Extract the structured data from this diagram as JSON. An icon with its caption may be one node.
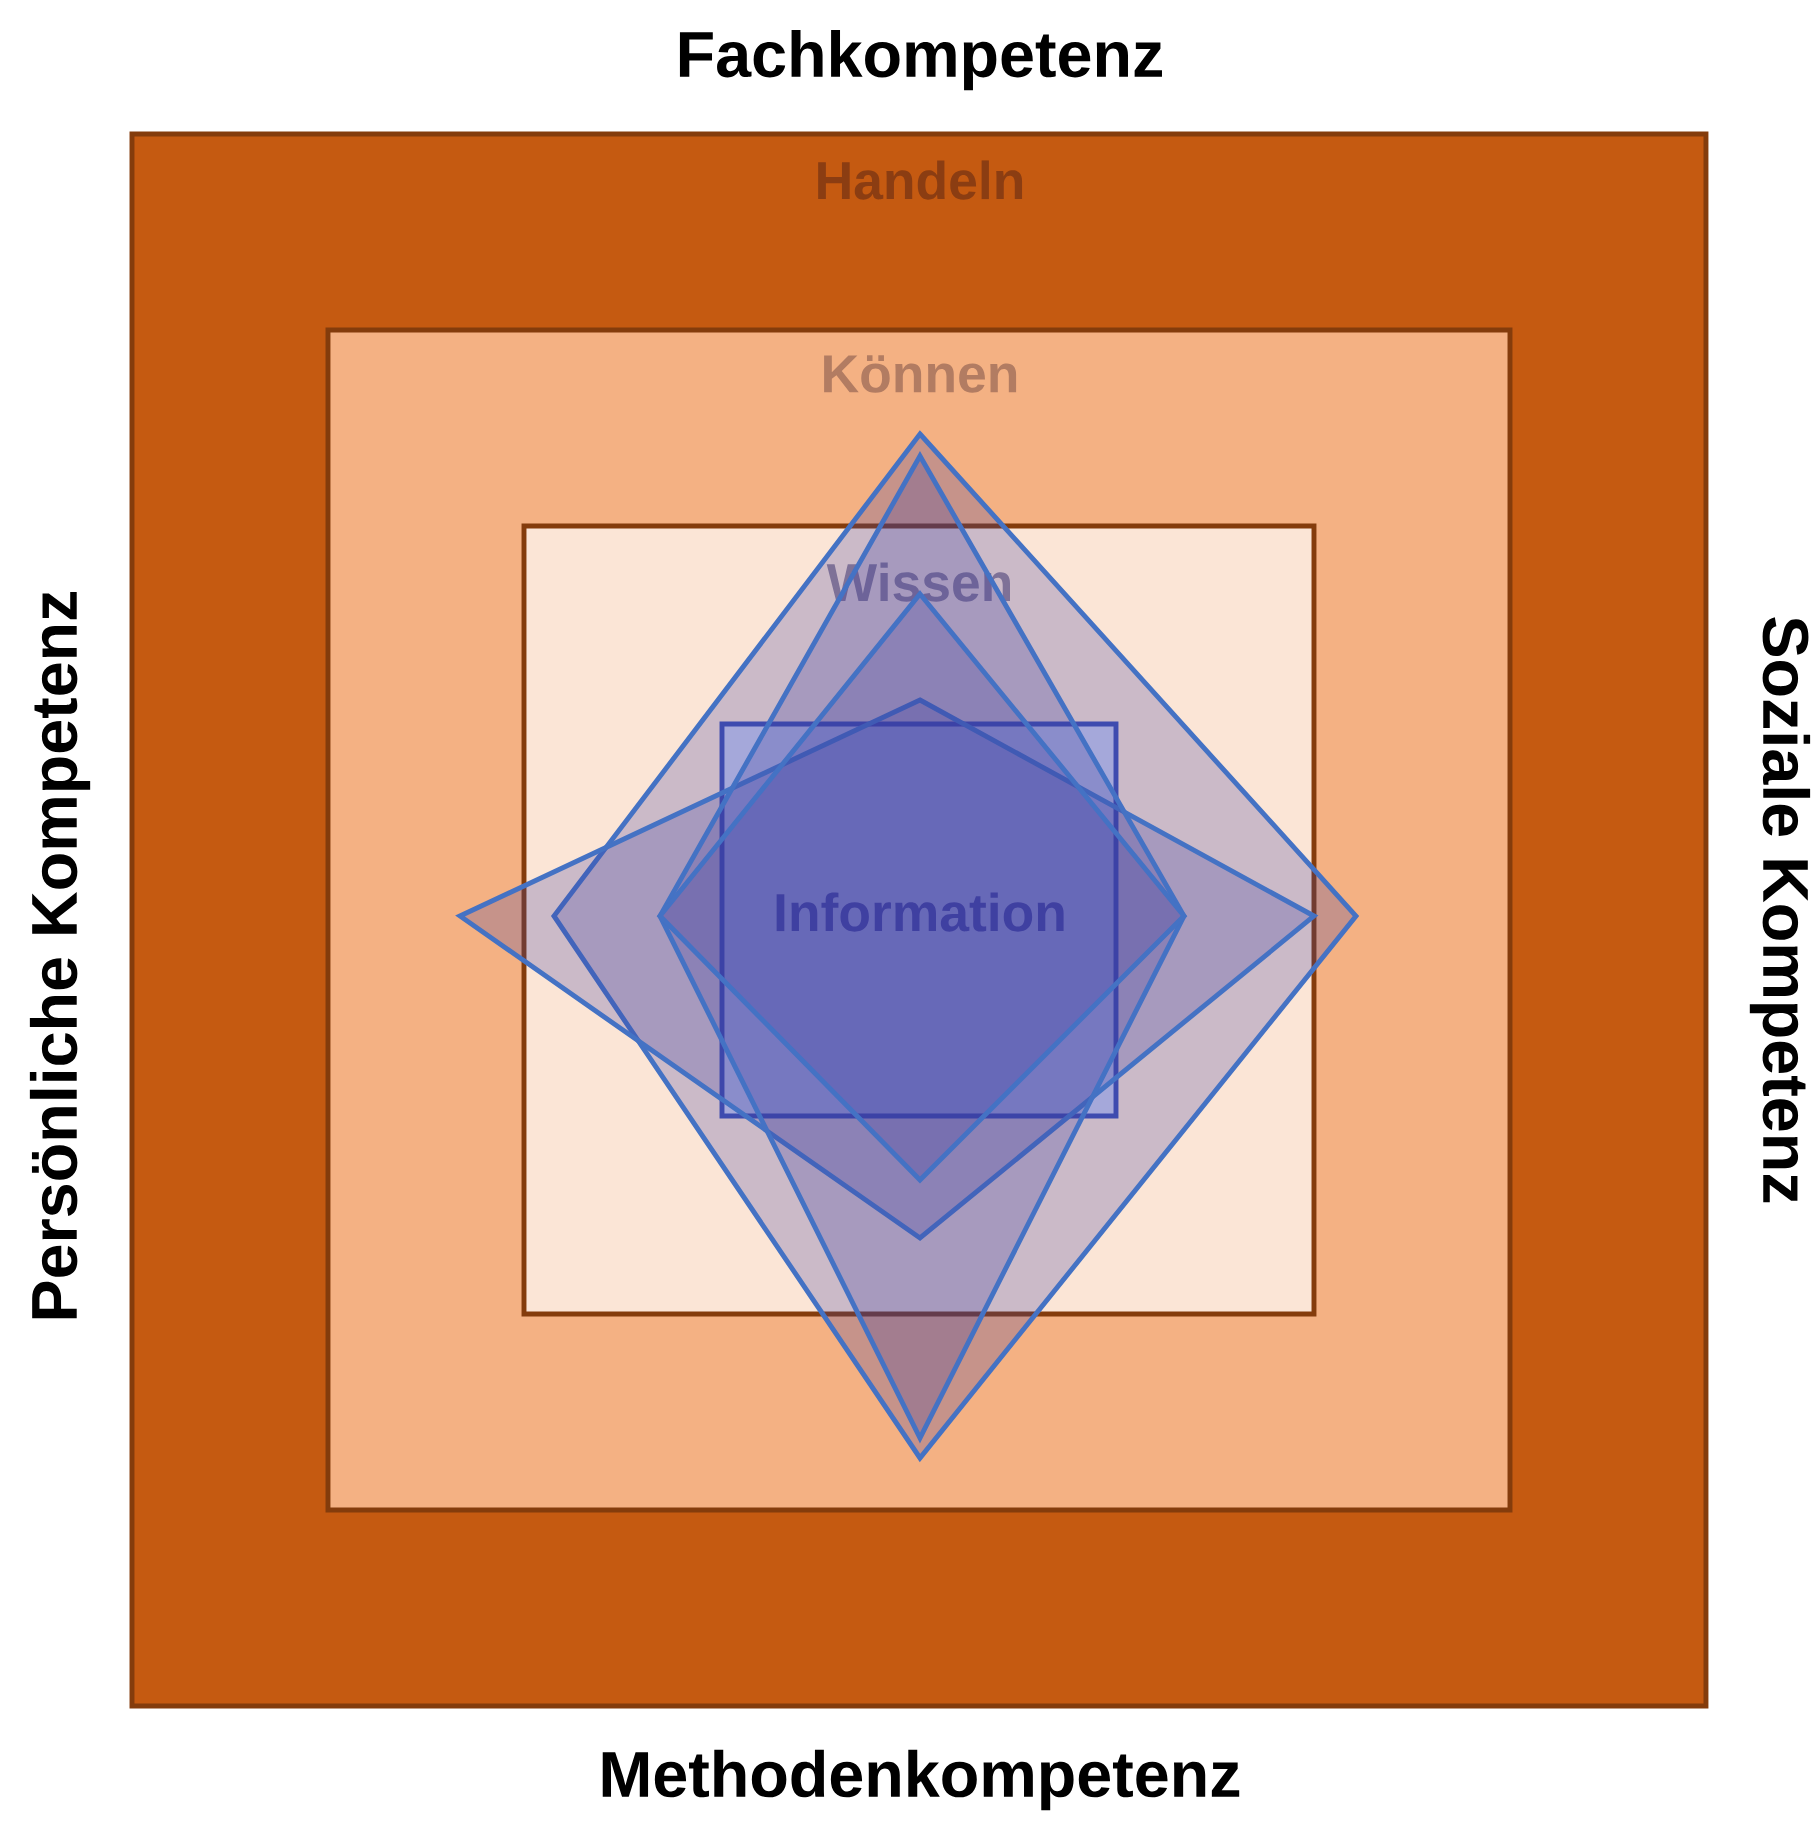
{
  "diagram": {
    "nodes": [
      {
        "text": [
          "Handeln"
        ]
      },
      {
        "text": [
          "Können"
        ],
        "in": 0
      },
      {
        "text": [
          "Wissen"
        ],
        "in": 1
      },
      {
        "text": [
          "Information"
        ],
        "in": 2
      }
    ],
    "labels": [
      "Fachkompetenz",
      "Persönliche Kompetenz",
      "Soziale Kompetenz",
      "Methodenkompetenz"
    ]
  }
}
